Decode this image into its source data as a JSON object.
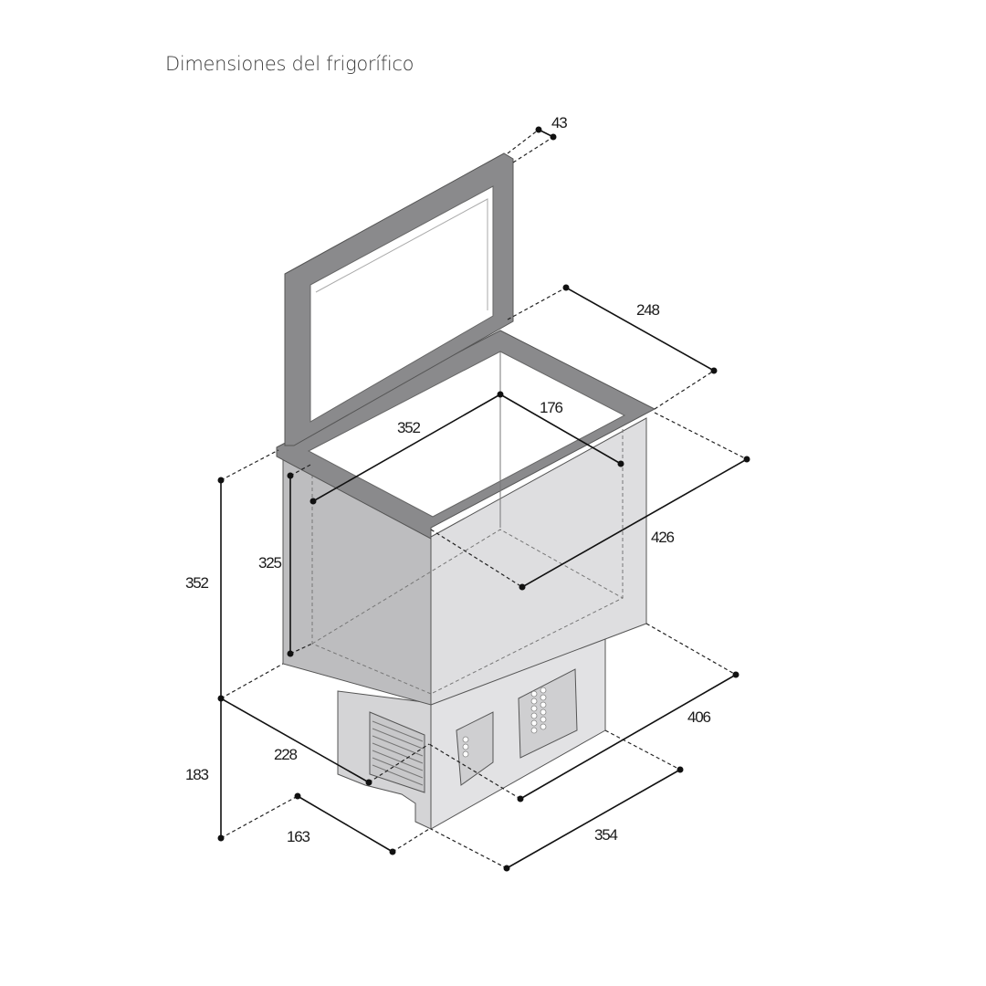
{
  "title": "Dimensiones del frigorífico",
  "dimensions": {
    "lid_thickness": "43",
    "top_depth": "248",
    "inner_width": "352",
    "inner_depth": "176",
    "outer_width": "426",
    "inner_height": "325",
    "upper_height": "352",
    "lower_height": "183",
    "lower_offset": "228",
    "base_depth": "163",
    "upper_depth": "406",
    "base_width": "354"
  },
  "colors": {
    "frame": "#8a8a8c",
    "left_face": "#bdbdbf",
    "right_face": "#dcdcde",
    "inner": "#ffffff"
  }
}
